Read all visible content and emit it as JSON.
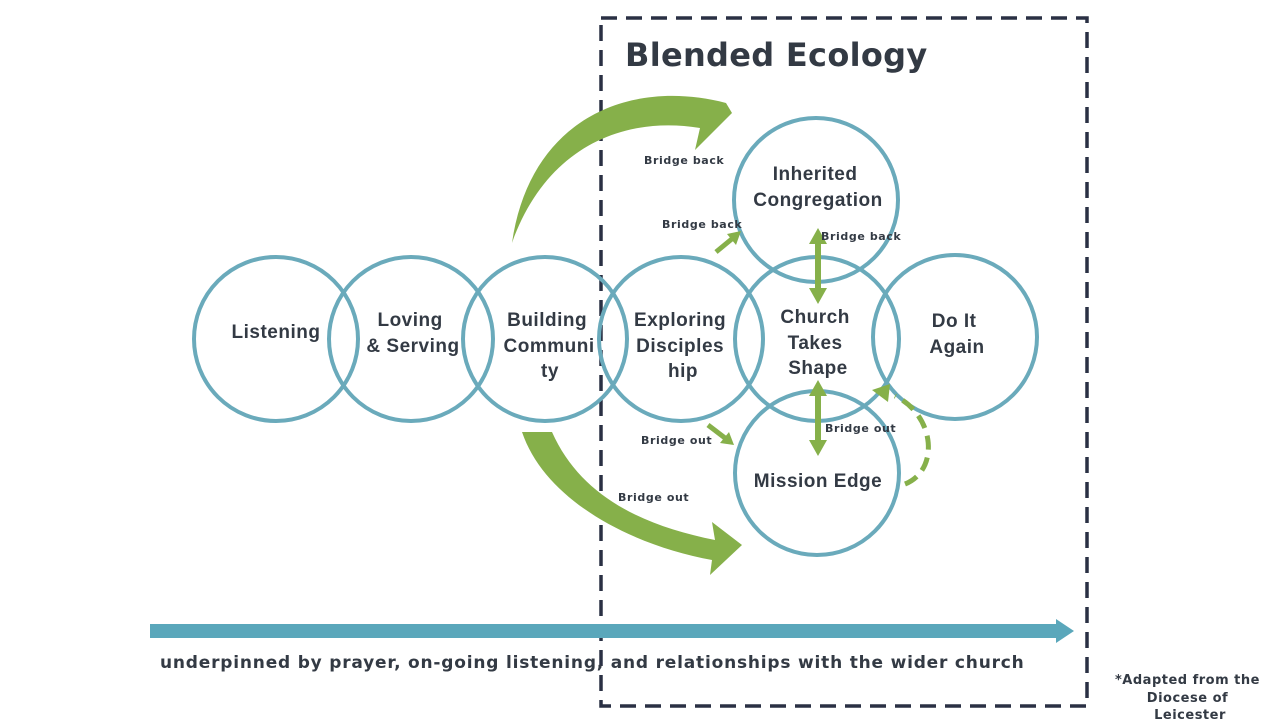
{
  "title": "Blended Ecology",
  "circles": [
    {
      "lines": [
        "Listening"
      ]
    },
    {
      "lines": [
        "Loving",
        "& Serving"
      ]
    },
    {
      "lines": [
        "Building",
        "Communi",
        "ty"
      ]
    },
    {
      "lines": [
        "Exploring",
        "Disciples",
        "hip"
      ]
    },
    {
      "lines": [
        "Church",
        "Takes",
        "Shape"
      ]
    },
    {
      "lines": [
        "Do It",
        "Again"
      ]
    },
    {
      "lines": [
        "Inherited",
        "Congregation"
      ]
    },
    {
      "lines": [
        "Mission Edge"
      ]
    }
  ],
  "bridge_labels": {
    "back_top": "Bridge back",
    "back_mid": "Bridge back",
    "back_right": "Bridge back",
    "out_mid": "Bridge out",
    "out_right": "Bridge out",
    "out_bottom": "Bridge out"
  },
  "footer": "underpinned by prayer, on-going listening, and relationships with the wider church",
  "credit": [
    "*Adapted from the",
    "Diocese of",
    "Leicester"
  ],
  "colors": {
    "circle_stroke": "#6aaabb",
    "arrow_green": "#86b04a",
    "timeline_blue": "#5aa7bb",
    "box_dash": "#2a3044",
    "text": "#333a44"
  }
}
